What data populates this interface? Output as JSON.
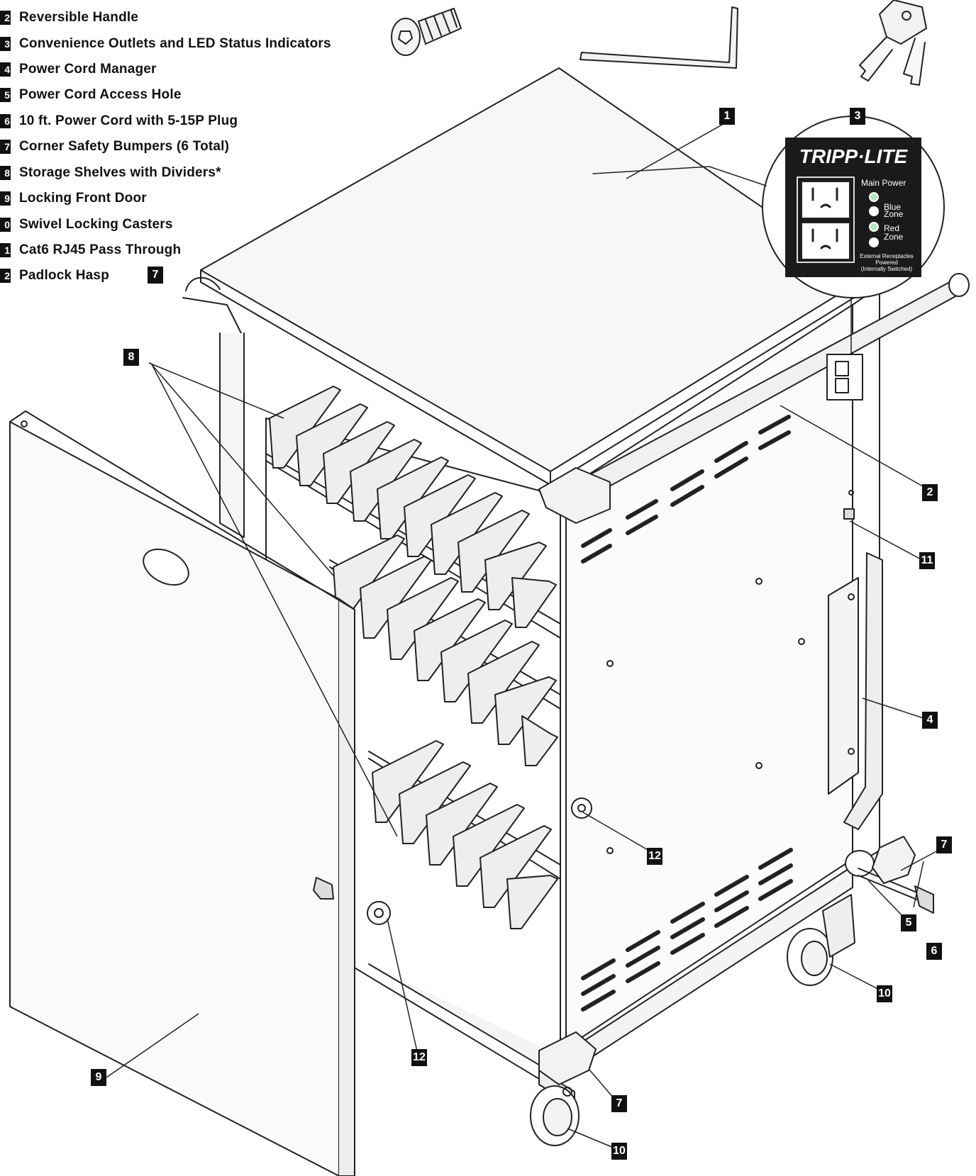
{
  "legend": [
    {
      "num": "2",
      "text": "Reversible Handle"
    },
    {
      "num": "3",
      "text": "Convenience Outlets and LED Status Indicators"
    },
    {
      "num": "4",
      "text": "Power Cord Manager"
    },
    {
      "num": "5",
      "text": "Power Cord Access Hole"
    },
    {
      "num": "6",
      "text": "10 ft. Power Cord with 5-15P Plug"
    },
    {
      "num": "7",
      "text": "Corner Safety Bumpers (6 Total)"
    },
    {
      "num": "8",
      "text": "Storage Shelves with Dividers*"
    },
    {
      "num": "9",
      "text": "Locking Front Door"
    },
    {
      "num": "0",
      "text": "Swivel Locking Casters"
    },
    {
      "num": "1",
      "text": "Cat6 RJ45 Pass Through"
    },
    {
      "num": "2",
      "text": "Padlock Hasp"
    }
  ],
  "callouts": {
    "c1": "1",
    "c2": "2",
    "c3": "3",
    "c4": "4",
    "c5": "5",
    "c6": "6",
    "c7a": "7",
    "c7b": "7",
    "c7c": "7",
    "c8": "8",
    "c9": "9",
    "c10a": "10",
    "c10b": "10",
    "c11": "11",
    "c12a": "12",
    "c12b": "12"
  },
  "panel": {
    "brand": "TRIPP·LITE",
    "main_power": "Main Power",
    "blue": "Blue",
    "red": "Red",
    "zone": "Zone",
    "ext1": "External Receptacles",
    "ext2": "Powered",
    "ext3": "(Internally Switched)"
  }
}
